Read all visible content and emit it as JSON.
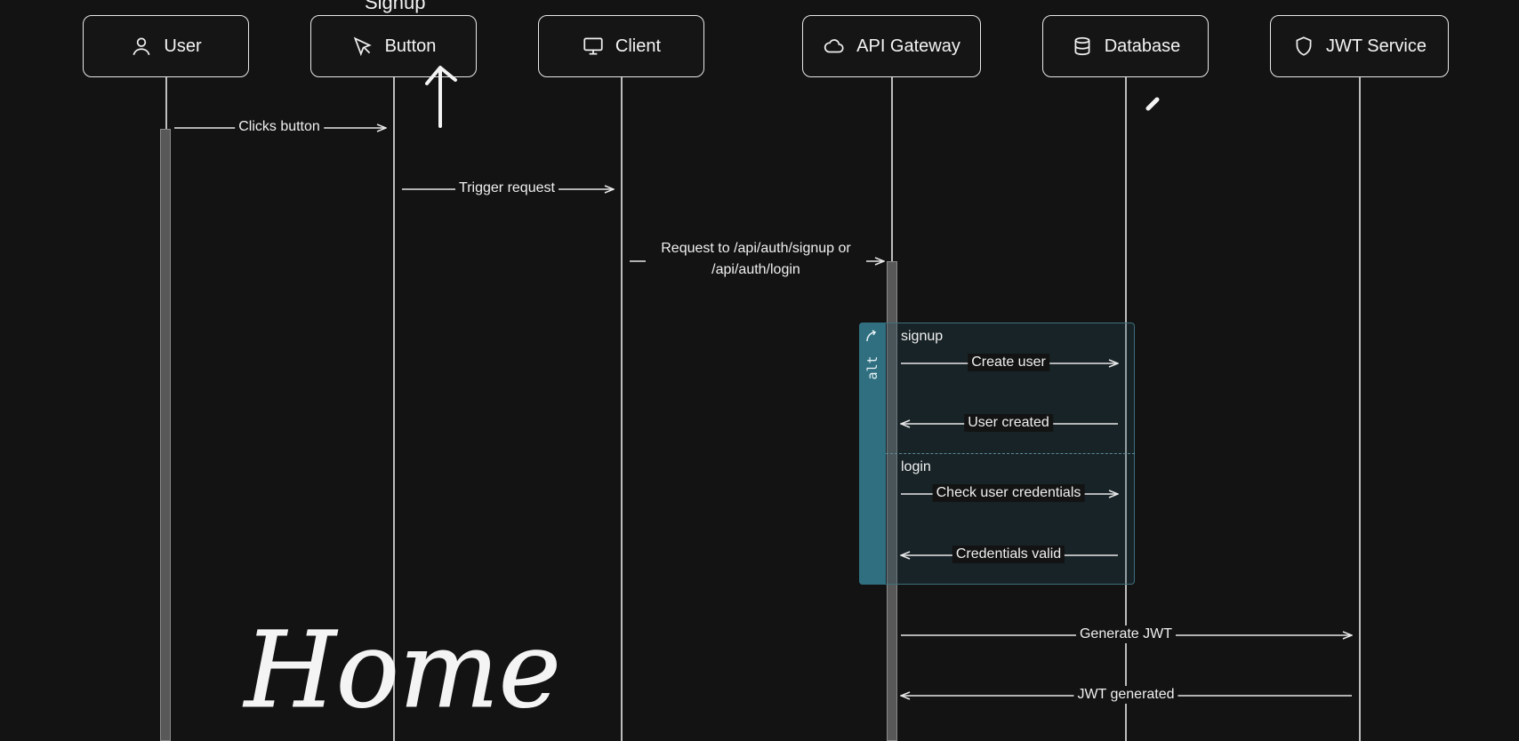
{
  "partial_top_text": "Signup",
  "participants": [
    {
      "label": "User",
      "icon": "user-icon"
    },
    {
      "label": "Button",
      "icon": "cursor-arrow-icon"
    },
    {
      "label": "Client",
      "icon": "monitor-icon"
    },
    {
      "label": "API Gateway",
      "icon": "cloud-icon"
    },
    {
      "label": "Database",
      "icon": "database-icon"
    },
    {
      "label": "JWT Service",
      "icon": "shield-icon"
    }
  ],
  "messages": [
    {
      "from": "User",
      "to": "Button",
      "label": "Clicks button"
    },
    {
      "from": "Button",
      "to": "Client",
      "label": "Trigger request"
    },
    {
      "from": "Client",
      "to": "API Gateway",
      "label": "Request to /api/auth/signup or /api/auth/login"
    },
    {
      "from": "API Gateway",
      "to": "Database",
      "label": "Create user"
    },
    {
      "from": "Database",
      "to": "API Gateway",
      "label": "User created"
    },
    {
      "from": "API Gateway",
      "to": "Database",
      "label": "Check user credentials"
    },
    {
      "from": "Database",
      "to": "API Gateway",
      "label": "Credentials valid"
    },
    {
      "from": "API Gateway",
      "to": "JWT Service",
      "label": "Generate JWT"
    },
    {
      "from": "JWT Service",
      "to": "API Gateway",
      "label": "JWT generated"
    }
  ],
  "alt_block": {
    "tag": "alt",
    "conditions": [
      "signup",
      "login"
    ]
  },
  "handwriting": "Home",
  "colors": {
    "background": "#131313",
    "line": "#e8e8e8",
    "alt_tab": "#2f6f80",
    "alt_border": "#3d6f7c"
  }
}
